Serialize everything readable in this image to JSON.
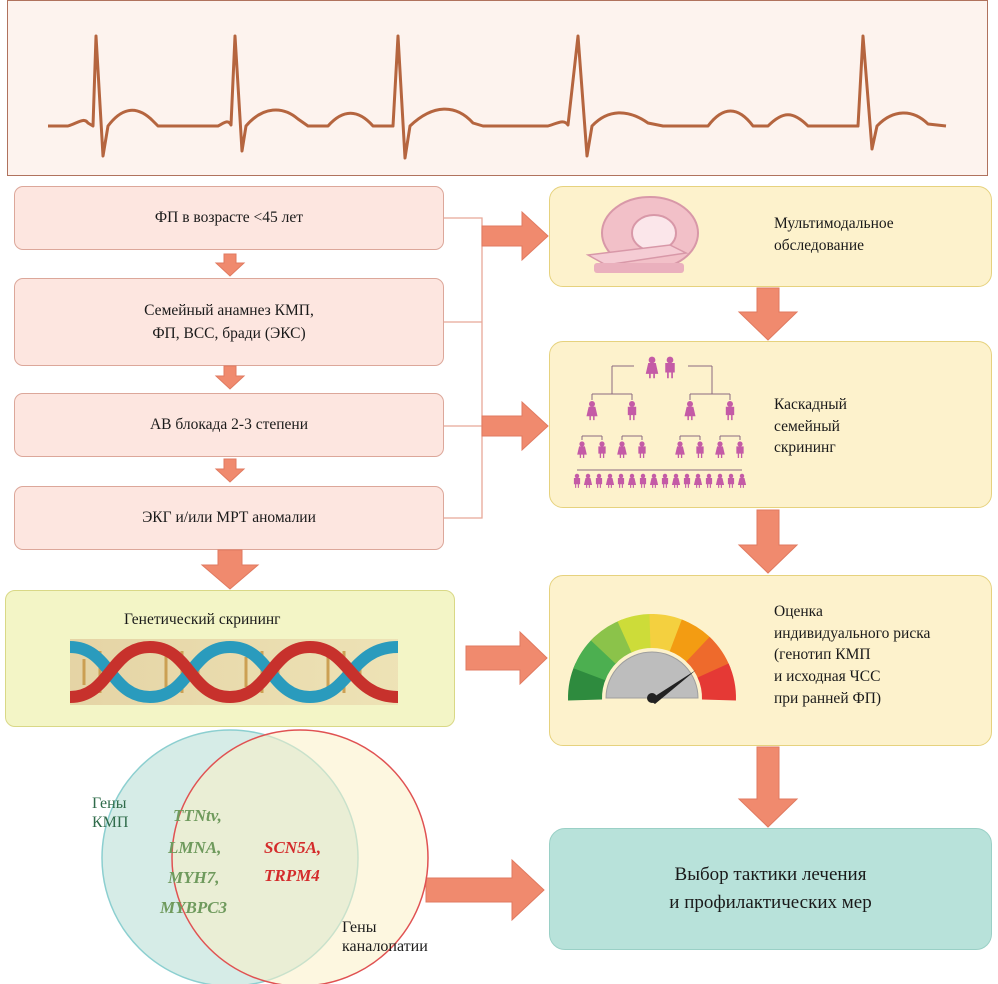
{
  "left_boxes": [
    {
      "label": "ФП в возрасте <45 лет"
    },
    {
      "line1": "Семейный анамнез КМП,",
      "line2": "ФП, ВСС, бради (ЭКС)"
    },
    {
      "label": "АВ блокада 2-3 степени"
    },
    {
      "label": "ЭКГ и/или МРТ аномалии"
    }
  ],
  "genetic": {
    "title": "Генетический скрининг"
  },
  "right_boxes": {
    "imaging": {
      "line1": "Мультимодальное",
      "line2": "обследование"
    },
    "cascade": {
      "line1": "Каскадный",
      "line2": "семейный",
      "line3": "скрининг"
    },
    "risk": {
      "line1": "Оценка",
      "line2": "индивидуального риска",
      "line3": "(генотип КМП",
      "line4": "и исходная ЧСС",
      "line5": "при ранней ФП)"
    },
    "treatment": {
      "line1": "Выбор тактики лечения",
      "line2": "и профилактических мер"
    }
  },
  "venn": {
    "label_left_1": "Гены",
    "label_left_2": "КМП",
    "label_right_1": "Гены",
    "label_right_2": "каналопатии",
    "genes_cmp": [
      "TTNtv,",
      "LMNA,",
      "MYH7,",
      "MYBPC3"
    ],
    "genes_channel": [
      "SCN5A,",
      "TRPM4"
    ]
  },
  "colors": {
    "ecg_line": "#b5653f",
    "arrow": "#f08a6e",
    "cmp_genes": "#6f9a5d",
    "channel_genes": "#d42b2b",
    "person": "#c45ba6",
    "gauge": [
      "#2e8b3e",
      "#4caf50",
      "#8bc34a",
      "#cddc39",
      "#f4d03f",
      "#f39c12",
      "#ee6a2c",
      "#e53935"
    ]
  }
}
